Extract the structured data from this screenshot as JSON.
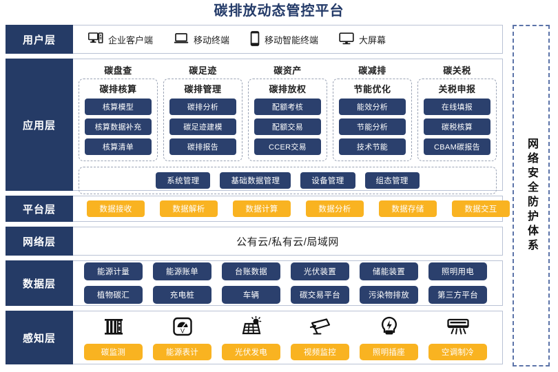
{
  "title": "碳排放动态管控平台",
  "colors": {
    "navy": "#253b66",
    "pill_navy": "#2b406d",
    "yellow": "#f9b321",
    "border": "#b9c2d4",
    "dashed": "#9aa3b5",
    "title": "#233a68"
  },
  "security_band": {
    "label": "网络安全防护体系"
  },
  "layers": {
    "user": {
      "label": "用户层",
      "items": [
        {
          "icon": "desktop-tower-icon",
          "label": "企业客户端"
        },
        {
          "icon": "laptop-icon",
          "label": "移动终端"
        },
        {
          "icon": "smartphone-icon",
          "label": "移动智能终端"
        },
        {
          "icon": "monitor-icon",
          "label": "大屏幕"
        }
      ]
    },
    "application": {
      "label": "应用层",
      "groups": [
        {
          "title": "碳盘查",
          "subtitle": "碳排核算",
          "items": [
            "核算模型",
            "核算数据补充",
            "核算清单"
          ]
        },
        {
          "title": "碳足迹",
          "subtitle": "碳排管理",
          "items": [
            "碳排分析",
            "碳足迹建模",
            "碳排报告"
          ]
        },
        {
          "title": "碳资产",
          "subtitle": "碳排放权",
          "items": [
            "配额考核",
            "配额交易",
            "CCER交易"
          ]
        },
        {
          "title": "碳减排",
          "subtitle": "节能优化",
          "items": [
            "能效分析",
            "节能分析",
            "技术节能"
          ]
        },
        {
          "title": "碳关税",
          "subtitle": "关税申报",
          "items": [
            "在线填报",
            "碳税核算",
            "CBAM碳报告"
          ]
        }
      ],
      "management": [
        "系统管理",
        "基础数据管理",
        "设备管理",
        "组态管理"
      ]
    },
    "platform": {
      "label": "平台层",
      "items": [
        "数据接收",
        "数据解析",
        "数据计算",
        "数据分析",
        "数据存储",
        "数据交互"
      ]
    },
    "network": {
      "label": "网络层",
      "text": "公有云/私有云/局域网"
    },
    "data": {
      "label": "数据层",
      "row1": [
        "能源计量",
        "能源账单",
        "台账数据",
        "光伏装置",
        "储能装置",
        "照明用电"
      ],
      "row2": [
        "植物碳汇",
        "充电桩",
        "车辆",
        "碳交易平台",
        "污染物排放",
        "第三方平台"
      ]
    },
    "sense": {
      "label": "感知层",
      "items": [
        {
          "icon": "carbon-monitor-icon",
          "label": "碳监测"
        },
        {
          "icon": "energy-meter-icon",
          "label": "能源表计"
        },
        {
          "icon": "solar-panel-icon",
          "label": "光伏发电"
        },
        {
          "icon": "cctv-camera-icon",
          "label": "视频监控"
        },
        {
          "icon": "lightbulb-icon",
          "label": "照明插座"
        },
        {
          "icon": "air-conditioner-icon",
          "label": "空调制冷"
        }
      ]
    }
  }
}
